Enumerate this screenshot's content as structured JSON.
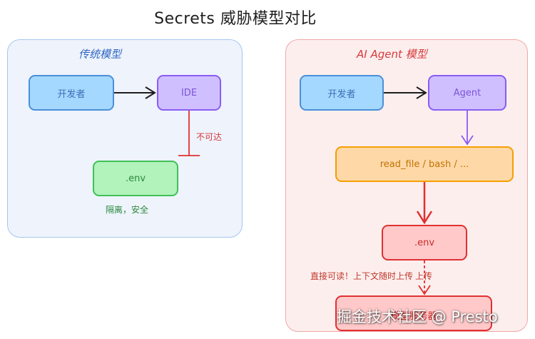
{
  "title": "Secrets 威胁模型对比",
  "traditional": {
    "title": "传统模型",
    "developer": "开发者",
    "ide": "IDE",
    "unreachable": "不可达",
    "env": ".env",
    "isolation_note": "隔离，安全"
  },
  "ai_agent": {
    "title": "AI Agent 模型",
    "developer": "开发者",
    "agent": "Agent",
    "tools": "read_file / bash / ...",
    "env": ".env",
    "readable_note": "直接可读！上下文随时上传",
    "upload_label": "上传",
    "model_provider": "模型服务器"
  },
  "watermark": "掘金技术社区 @ Presto",
  "colors": {
    "blue": "#4a90d9",
    "purple": "#8a5cf5",
    "green": "#40c057",
    "orange": "#f59f00",
    "red": "#e03131"
  }
}
